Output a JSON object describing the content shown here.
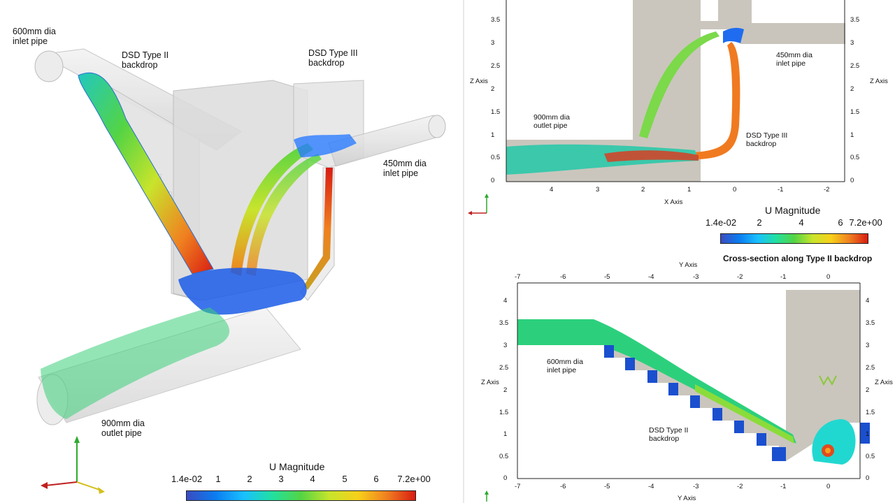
{
  "colormap": [
    "#3b4cc0",
    "#0b7cf0",
    "#19c0ff",
    "#21e0a0",
    "#54d444",
    "#c8e42c",
    "#f7d01a",
    "#f08020",
    "#d81c12"
  ],
  "view3d": {
    "labels": {
      "inlet600": "600mm dia\ninlet pipe",
      "type2": "DSD Type II\nbackdrop",
      "type3": "DSD Type III\nbackdrop",
      "inlet450": "450mm dia\ninlet pipe",
      "outlet900": "900mm dia\noutlet pipe"
    },
    "colorbar": {
      "title": "U Magnitude",
      "ticks": [
        "1.4e-02",
        "1",
        "2",
        "3",
        "4",
        "5",
        "6",
        "7.2e+00"
      ]
    }
  },
  "view_xz": {
    "z_axis_label": "Z Axis",
    "x_axis_label": "X Axis",
    "z_ticks": [
      "0",
      "0.5",
      "1",
      "1.5",
      "2",
      "2.5",
      "3",
      "3.5"
    ],
    "x_ticks": [
      "4",
      "3",
      "2",
      "1",
      "0",
      "-1",
      "-2"
    ],
    "labels": {
      "inlet450": "450mm dia\ninlet pipe",
      "outlet900": "900mm dia\noutlet pipe",
      "type3": "DSD Type III\nbackdrop"
    },
    "colorbar": {
      "title": "U Magnitude",
      "ticks": [
        "1.4e-02",
        "2",
        "4",
        "6",
        "7.2e+00"
      ]
    }
  },
  "view_yz": {
    "title": "Cross-section along Type II backdrop",
    "y_axis_label": "Y Axis",
    "z_axis_label": "Z Axis",
    "y_ticks": [
      "-7",
      "-6",
      "-5",
      "-4",
      "-3",
      "-2",
      "-1",
      "0"
    ],
    "z_ticks": [
      "0",
      "0.5",
      "1",
      "1.5",
      "2",
      "2.5",
      "3",
      "3.5",
      "4"
    ],
    "labels": {
      "inlet600": "600mm dia\ninlet pipe",
      "type2": "DSD Type II\nbackdrop"
    }
  }
}
